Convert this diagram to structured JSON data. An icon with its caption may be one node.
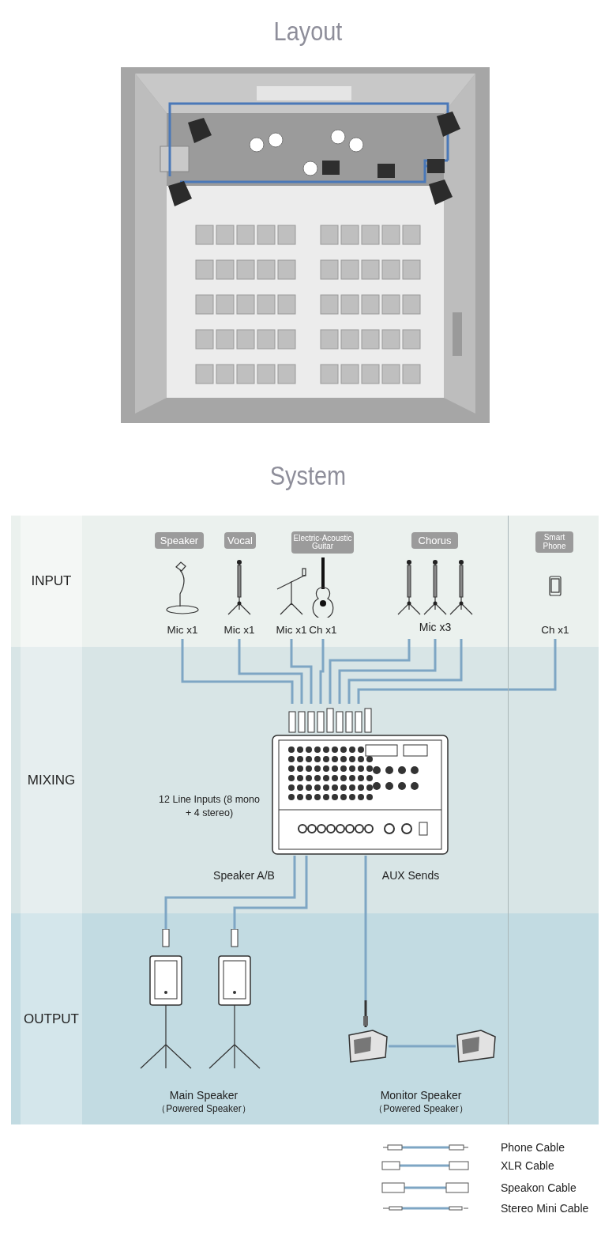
{
  "diagram": {
    "nodes": [
      {
        "text": [
          "INPUT"
        ]
      },
      {
        "text": [
          "Speaker"
        ],
        "in": 0
      },
      {
        "text": [
          "Vocal"
        ],
        "in": 0
      },
      {
        "text": [
          "Electric-Acoustic Guitar"
        ],
        "in": 0
      },
      {
        "text": [
          "Chorus"
        ],
        "in": 0
      },
      {
        "text": [
          "Smart Phone"
        ],
        "in": 0
      },
      {
        "text": [
          "Mic x1"
        ],
        "in": 0
      },
      {
        "text": [
          "Mic x1"
        ],
        "in": 0
      },
      {
        "text": [
          "Mic x1"
        ],
        "in": 0
      },
      {
        "text": [
          "Ch x1"
        ],
        "in": 0
      },
      {
        "text": [],
        "shape": "picture",
        "in": 0
      },
      {
        "text": [],
        "shape": "picture",
        "in": 0
      },
      {
        "text": [],
        "shape": "picture",
        "in": 0
      },
      {
        "text": [
          "Ch x1"
        ],
        "in": 0
      },
      {
        "text": [
          "MIXING"
        ]
      },
      {
        "text": [],
        "shape": "picture",
        "in": 14,
        "beside": [
          "12 Line Inputs (8 mono + 4 stereo)"
        ]
      },
      {
        "text": [
          "OUTPUT"
        ]
      },
      {
        "text": [],
        "shape": "picture",
        "in": 16
      },
      {
        "text": [],
        "shape": "picture",
        "in": 16
      },
      {
        "text": [],
        "shape": "picture",
        "in": 16
      },
      {
        "text": [],
        "shape": "picture",
        "in": 16
      }
    ],
    "edges": [
      {
        "from": 6,
        "to": 15,
        "arrow": "none"
      },
      {
        "from": 7,
        "to": 15,
        "arrow": "none"
      },
      {
        "from": 8,
        "to": 15,
        "arrow": "none"
      },
      {
        "from": 9,
        "to": 15,
        "arrow": "none"
      },
      {
        "from": 10,
        "to": 15,
        "arrow": "none"
      },
      {
        "from": 11,
        "to": 15,
        "arrow": "none"
      },
      {
        "from": 12,
        "to": 15,
        "arrow": "none"
      },
      {
        "from": 13,
        "to": 15,
        "arrow": "none"
      },
      {
        "from": 15,
        "to": 17,
        "arrow": "none"
      },
      {
        "from": 15,
        "to": 18,
        "arrow": "none"
      },
      {
        "from": 15,
        "to": 19,
        "arrow": "none"
      },
      {
        "from": 19,
        "to": 20,
        "arrow": "none"
      }
    ],
    "labels": [
      "Layout",
      "System",
      "Mic x3",
      "Speaker A/B",
      "AUX Sends",
      "Main Speaker",
      "（Powered Speaker）",
      "Monitor Speaker",
      "（Powered Speaker）"
    ],
    "legend": [
      {
        "text": "Phone Cable"
      },
      {
        "text": "XLR Cable"
      },
      {
        "text": "Speakon Cable"
      },
      {
        "text": "Stereo Mini Cable"
      }
    ]
  }
}
